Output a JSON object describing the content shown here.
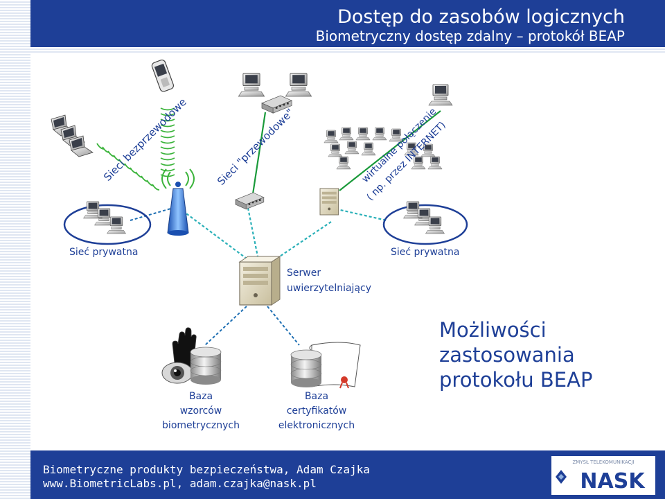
{
  "header": {
    "title": "Dostęp do zasobów logicznych",
    "subtitle": "Biometryczny dostęp zdalny – protokół BEAP"
  },
  "diagram": {
    "wireless_label": "Sieci bezprzewodowe",
    "wired_label": "Sieci \"przewodowe\"",
    "virtual_label": "wirtualne połączenie",
    "internet_label": "( np. przez INTERNET)",
    "private_left": "Sieć prywatna",
    "private_right": "Sieć prywatna",
    "server_line1": "Serwer",
    "server_line2": "uwierzytelniający",
    "bio_db_line1": "Baza",
    "bio_db_line2": "wzorców",
    "bio_db_line3": "biometrycznych",
    "cert_db_line1": "Baza",
    "cert_db_line2": "certyfikatów",
    "cert_db_line3": "elektronicznych",
    "icons": [
      "mobile-phone-icon",
      "laptop-icon",
      "desktop-computer-icon",
      "network-switch-icon",
      "wireless-access-point-icon",
      "server-icon",
      "database-icon",
      "hand-icon",
      "eye-icon",
      "certificate-scroll-icon"
    ],
    "colors": {
      "green_line": "#1a9a3a",
      "cyan_dashed": "#2ab0b8",
      "blue_dashed": "#1e6fb3"
    }
  },
  "possibilities": {
    "line1": "Możliwości",
    "line2": "zastosowania",
    "line3": "protokołu BEAP"
  },
  "footer": {
    "line1": "Biometryczne produkty bezpieczeństwa, Adam Czajka",
    "line2": "www.BiometricLabs.pl, adam.czajka@nask.pl",
    "logo_top": "ZMYSŁ TELEKOMUNIKACJI",
    "logo_main": "NASK"
  },
  "colors": {
    "header_bg": "#1e3f97",
    "accent_text": "#1e3f97"
  }
}
